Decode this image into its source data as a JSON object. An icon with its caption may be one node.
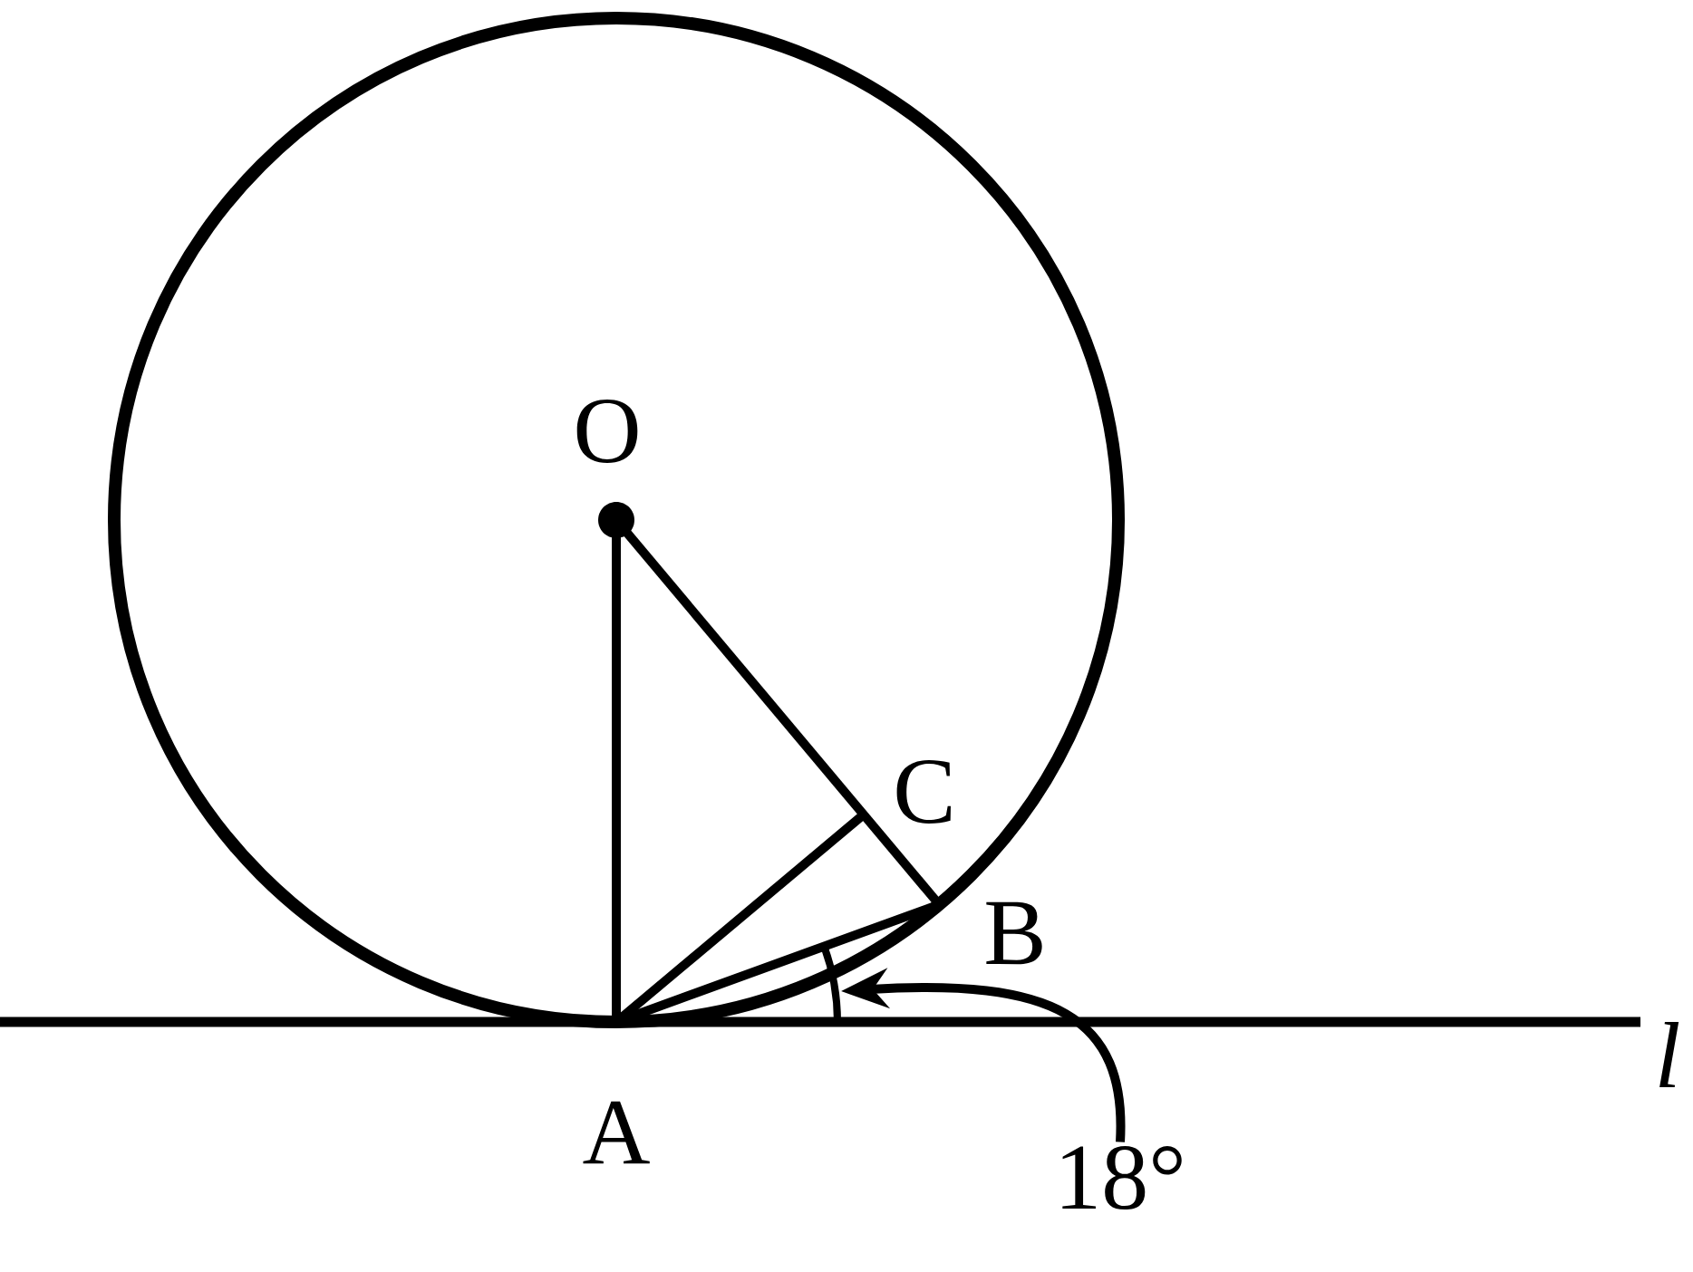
{
  "diagram": {
    "nodes": [
      {
        "text": [
          "18°"
        ]
      },
      {
        "text": [],
        "shape": "arc"
      }
    ],
    "edges": [
      {
        "from": 0,
        "to": 1,
        "arrow": "to"
      }
    ],
    "labels": [
      "O",
      "C",
      "B",
      "A",
      "l"
    ]
  }
}
